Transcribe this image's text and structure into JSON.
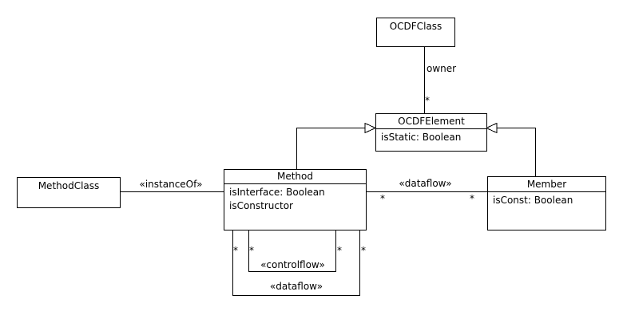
{
  "diagram": {
    "colors": {
      "line": "#000000",
      "background": "#ffffff",
      "text": "#000000"
    },
    "classes": {
      "ocdfclass": {
        "name": "OCDFClass"
      },
      "ocdfelement": {
        "name": "OCDFElement",
        "attrs": [
          "isStatic: Boolean"
        ]
      },
      "method": {
        "name": "Method",
        "attrs": [
          "isInterface: Boolean",
          "isConstructor"
        ]
      },
      "methodclass": {
        "name": "MethodClass"
      },
      "member": {
        "name": "Member",
        "attrs": [
          "isConst: Boolean"
        ]
      }
    },
    "edges": {
      "owner": {
        "label": "owner",
        "multiplicity": "*"
      },
      "instanceof": {
        "label": "«instanceOf»"
      },
      "dataflow": {
        "label": "«dataflow»",
        "left_mult": "*",
        "right_mult": "*"
      },
      "controlflow_self": {
        "label": "«controlflow»",
        "left_mult": "*",
        "right_mult": "*"
      },
      "dataflow_self": {
        "label": "«dataflow»",
        "left_mult": "*",
        "right_mult": "*"
      }
    }
  }
}
